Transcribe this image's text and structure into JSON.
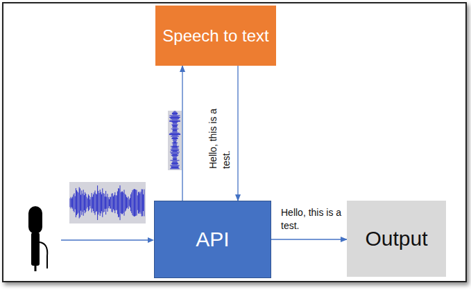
{
  "diagram": {
    "nodes": [
      {
        "text": [
          "Speech to text"
        ]
      },
      {
        "text": [
          "API"
        ]
      },
      {
        "text": [
          "Output"
        ]
      }
    ],
    "edges": [
      {
        "from": 1,
        "to": 0,
        "arrow": "to"
      },
      {
        "from": 0,
        "to": 1,
        "label": "Hello, this is a test.",
        "arrow": "to"
      },
      {
        "from": 1,
        "to": 2,
        "label": "Hello, this is a test.",
        "arrow": "to"
      }
    ]
  }
}
